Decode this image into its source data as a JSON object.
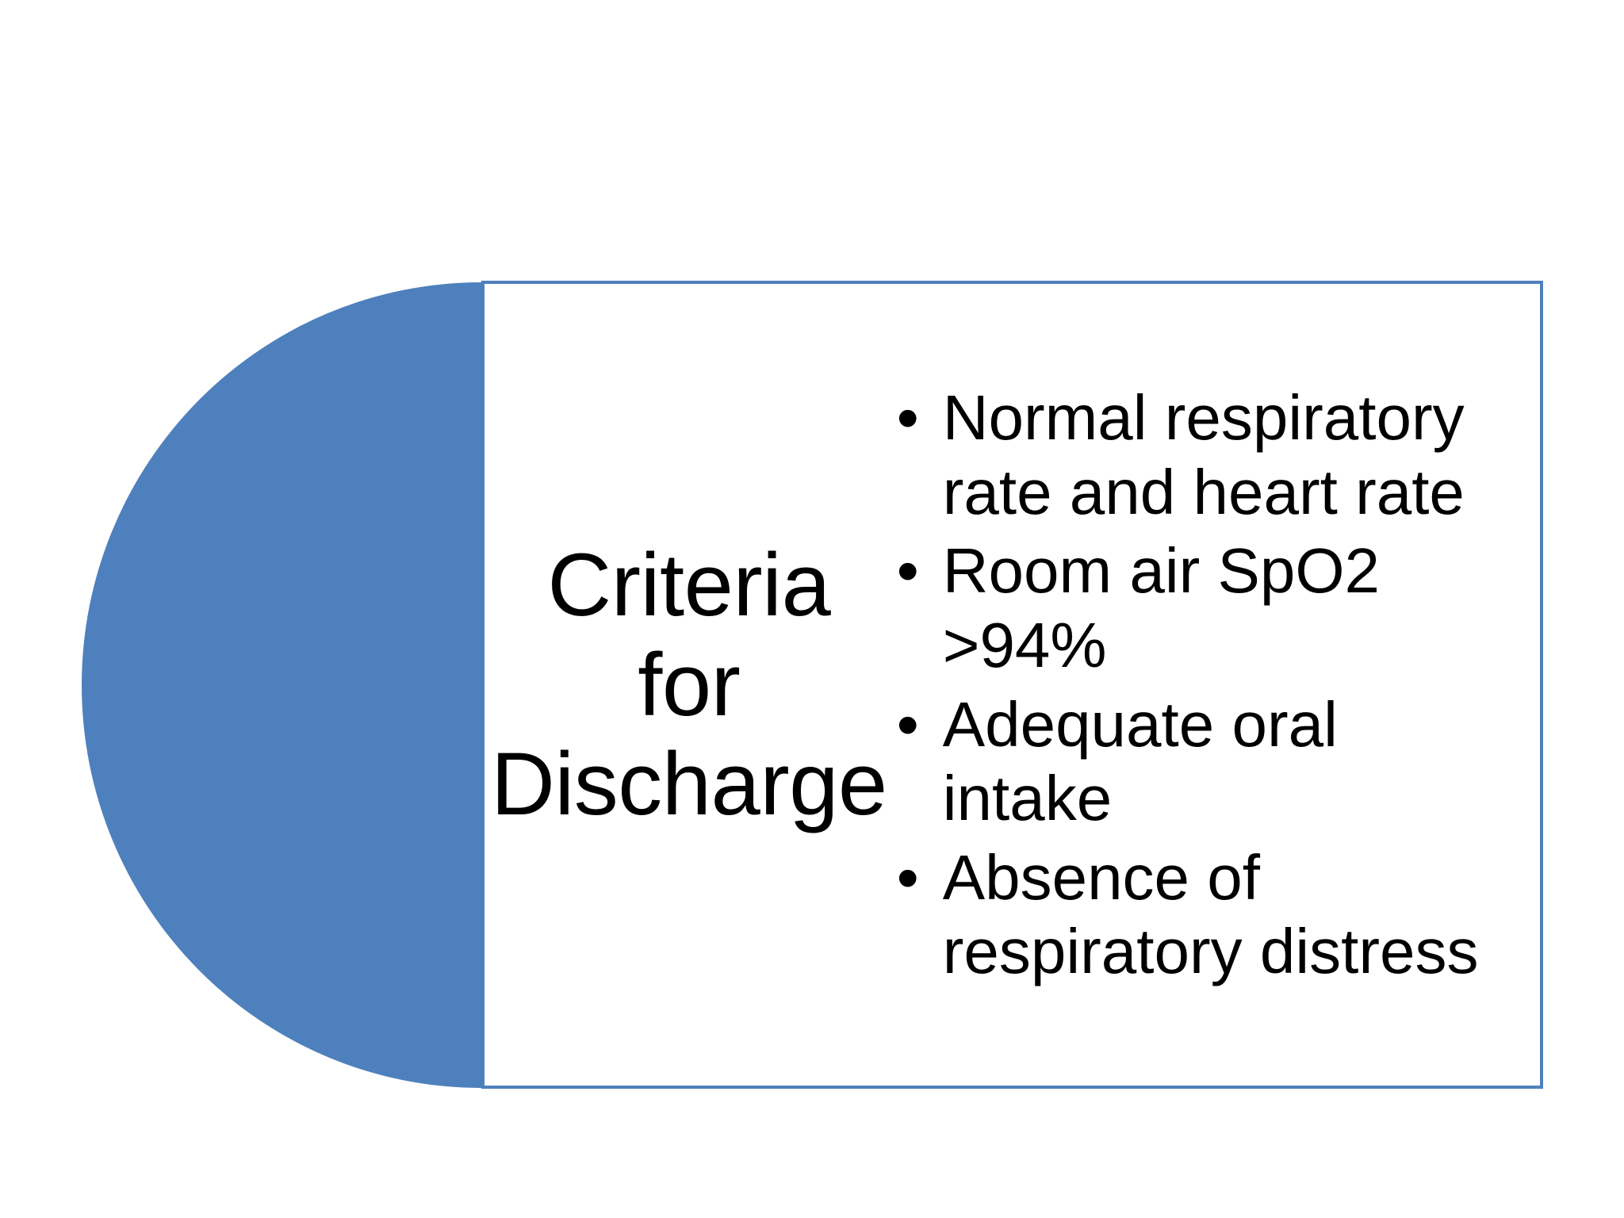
{
  "slide": {
    "background_color": "#FFFFFF",
    "accent_color": "#4E80BD",
    "text_color": "#000000"
  },
  "shape": {
    "name": "half-round-left-decoration",
    "fill_color": "#4E80BD"
  },
  "card": {
    "border_color": "#4E80BD",
    "background_color": "#FFFFFF"
  },
  "heading": {
    "text": "Criteria\nfor\nDischarge",
    "lines": [
      "Criteria",
      "for",
      "Discharge"
    ]
  },
  "bullets": {
    "marker": "•",
    "items": [
      {
        "text": "Normal respiratory rate and heart rate"
      },
      {
        "text": "Room air SpO2 >94%"
      },
      {
        "text": "Adequate oral intake"
      },
      {
        "text": "Absence of respiratory distress"
      }
    ]
  }
}
